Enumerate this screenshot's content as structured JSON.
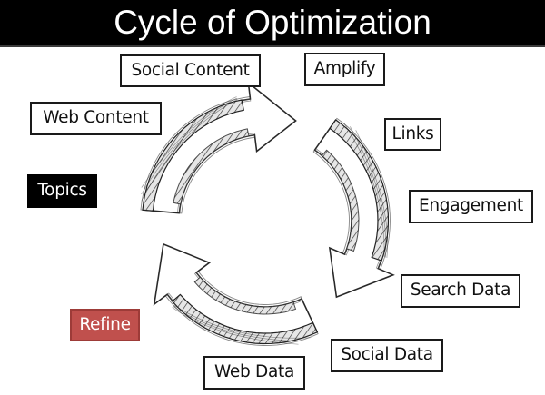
{
  "title": "Cycle of Optimization",
  "colors": {
    "title_bg": "#000000",
    "title_text": "#ffffff",
    "highlight_dark": "#000000",
    "highlight_red": "#c0504d",
    "arrow_stroke": "#222222",
    "arrow_fill": "#e6e6e6"
  },
  "labels": {
    "social_content": "Social Content",
    "amplify": "Amplify",
    "web_content": "Web Content",
    "links": "Links",
    "topics": "Topics",
    "engagement": "Engagement",
    "search_data": "Search Data",
    "refine": "Refine",
    "social_data": "Social Data",
    "web_data": "Web Data"
  },
  "diagram": {
    "type": "cycle",
    "arrow_count": 3,
    "style": "sketch"
  }
}
